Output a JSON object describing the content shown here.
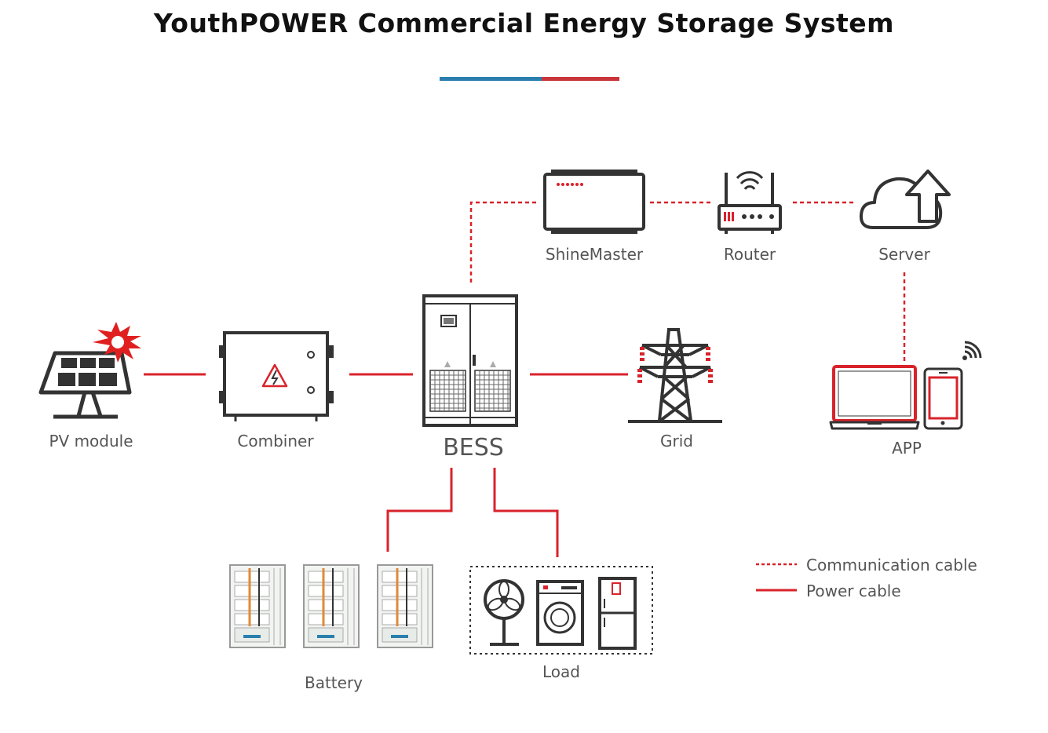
{
  "title": "YouthPOWER Commercial Energy Storage System",
  "colors": {
    "accent_blue": "#2a7fae",
    "accent_red": "#c9353b",
    "cable_red": "#d9232b",
    "icon_dark": "#333333",
    "label_gray": "#555555"
  },
  "nodes": {
    "pv": {
      "label": "PV module",
      "icon": "solar-panel-icon"
    },
    "combiner": {
      "label": "Combiner",
      "icon": "combiner-box-icon"
    },
    "bess": {
      "label": "BESS",
      "icon": "bess-cabinet-icon"
    },
    "grid": {
      "label": "Grid",
      "icon": "power-tower-icon"
    },
    "shinemaster": {
      "label": "ShineMaster",
      "icon": "datalogger-icon"
    },
    "router": {
      "label": "Router",
      "icon": "router-icon"
    },
    "server": {
      "label": "Server",
      "icon": "cloud-upload-icon"
    },
    "app": {
      "label": "APP",
      "icon": "laptop-phone-icon"
    },
    "battery": {
      "label": "Battery",
      "icon": "battery-rack-icon"
    },
    "load": {
      "label": "Load",
      "icon": "appliances-icon"
    }
  },
  "legend": {
    "communication": "Communication cable",
    "power": "Power cable"
  }
}
